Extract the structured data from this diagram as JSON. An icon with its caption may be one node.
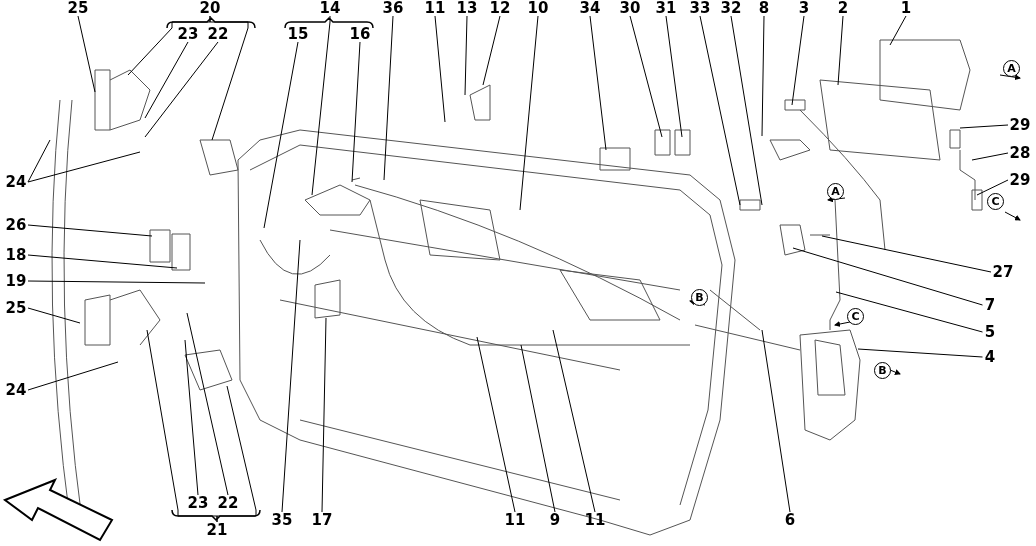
{
  "diagram": {
    "nodes": [
      {
        "text": [
          "25"
        ]
      },
      {
        "text": [
          "20"
        ]
      },
      {
        "text": [
          "23"
        ]
      },
      {
        "text": [
          "22"
        ]
      },
      {
        "text": [
          "14"
        ]
      },
      {
        "text": [
          "15"
        ]
      },
      {
        "text": [
          "16"
        ]
      },
      {
        "text": [
          "36"
        ]
      },
      {
        "text": [
          "11"
        ]
      },
      {
        "text": [
          "13"
        ]
      },
      {
        "text": [
          "12"
        ]
      },
      {
        "text": [
          "10"
        ]
      },
      {
        "text": [
          "34"
        ]
      },
      {
        "text": [
          "30"
        ]
      },
      {
        "text": [
          "31"
        ]
      },
      {
        "text": [
          "33"
        ]
      },
      {
        "text": [
          "32"
        ]
      },
      {
        "text": [
          "8"
        ]
      },
      {
        "text": [
          "3"
        ]
      },
      {
        "text": [
          "2"
        ]
      },
      {
        "text": [
          "1"
        ]
      },
      {
        "text": [
          "24"
        ]
      },
      {
        "text": [
          "26"
        ]
      },
      {
        "text": [
          "18"
        ]
      },
      {
        "text": [
          "19"
        ]
      },
      {
        "text": [
          "25"
        ]
      },
      {
        "text": [
          "24"
        ]
      },
      {
        "text": [
          "29"
        ]
      },
      {
        "text": [
          "28"
        ]
      },
      {
        "text": [
          "29"
        ]
      },
      {
        "text": [
          "27"
        ]
      },
      {
        "text": [
          "7"
        ]
      },
      {
        "text": [
          "5"
        ]
      },
      {
        "text": [
          "4"
        ]
      },
      {
        "text": [
          "23"
        ]
      },
      {
        "text": [
          "22"
        ]
      },
      {
        "text": [
          "21"
        ]
      },
      {
        "text": [
          "35"
        ]
      },
      {
        "text": [
          "17"
        ]
      },
      {
        "text": [
          "11"
        ]
      },
      {
        "text": [
          "9"
        ]
      },
      {
        "text": [
          "11"
        ]
      },
      {
        "text": [
          "6"
        ]
      }
    ],
    "edges": [
      {
        "from": 0,
        "to": null,
        "arrow": "none"
      },
      {
        "from": 1,
        "to": null,
        "arrow": "none"
      },
      {
        "from": 1,
        "to": null,
        "arrow": "none"
      },
      {
        "from": 2,
        "to": null,
        "arrow": "none"
      },
      {
        "from": 3,
        "to": null,
        "arrow": "none"
      },
      {
        "from": 4,
        "to": null,
        "arrow": "none"
      },
      {
        "from": 5,
        "to": null,
        "arrow": "none"
      },
      {
        "from": 6,
        "to": null,
        "arrow": "none"
      },
      {
        "from": 7,
        "to": null,
        "arrow": "none"
      },
      {
        "from": 8,
        "to": null,
        "arrow": "none"
      },
      {
        "from": 9,
        "to": null,
        "arrow": "none"
      },
      {
        "from": 10,
        "to": null,
        "arrow": "none"
      },
      {
        "from": 11,
        "to": null,
        "arrow": "none"
      },
      {
        "from": 12,
        "to": null,
        "arrow": "none"
      },
      {
        "from": 13,
        "to": null,
        "arrow": "none"
      },
      {
        "from": 14,
        "to": null,
        "arrow": "none"
      },
      {
        "from": 15,
        "to": null,
        "arrow": "none"
      },
      {
        "from": 16,
        "to": null,
        "arrow": "none"
      },
      {
        "from": 17,
        "to": null,
        "arrow": "none"
      },
      {
        "from": 18,
        "to": null,
        "arrow": "none"
      },
      {
        "from": 19,
        "to": null,
        "arrow": "none"
      },
      {
        "from": 20,
        "to": null,
        "arrow": "none"
      },
      {
        "from": 21,
        "to": null,
        "arrow": "none"
      },
      {
        "from": 21,
        "to": null,
        "arrow": "none"
      },
      {
        "from": 22,
        "to": null,
        "arrow": "none"
      },
      {
        "from": 23,
        "to": null,
        "arrow": "none"
      },
      {
        "from": 24,
        "to": null,
        "arrow": "none"
      },
      {
        "from": 25,
        "to": null,
        "arrow": "none"
      },
      {
        "from": 26,
        "to": null,
        "arrow": "none"
      },
      {
        "from": 27,
        "to": null,
        "arrow": "none"
      },
      {
        "from": 28,
        "to": null,
        "arrow": "none"
      },
      {
        "from": 29,
        "to": null,
        "arrow": "none"
      },
      {
        "from": 30,
        "to": null,
        "arrow": "none"
      },
      {
        "from": 31,
        "to": null,
        "arrow": "none"
      },
      {
        "from": 32,
        "to": null,
        "arrow": "none"
      },
      {
        "from": 33,
        "to": null,
        "arrow": "none"
      },
      {
        "from": 34,
        "to": null,
        "arrow": "none"
      },
      {
        "from": 35,
        "to": null,
        "arrow": "none"
      },
      {
        "from": 36,
        "to": null,
        "arrow": "none"
      },
      {
        "from": 36,
        "to": null,
        "arrow": "none"
      },
      {
        "from": 37,
        "to": null,
        "arrow": "none"
      },
      {
        "from": 38,
        "to": null,
        "arrow": "none"
      },
      {
        "from": 39,
        "to": null,
        "arrow": "none"
      },
      {
        "from": 40,
        "to": null,
        "arrow": "none"
      },
      {
        "from": 41,
        "to": null,
        "arrow": "none"
      },
      {
        "from": 42,
        "to": null,
        "arrow": "none"
      }
    ],
    "labels": [
      "A",
      "A",
      "C",
      "B",
      "C",
      "B"
    ]
  }
}
